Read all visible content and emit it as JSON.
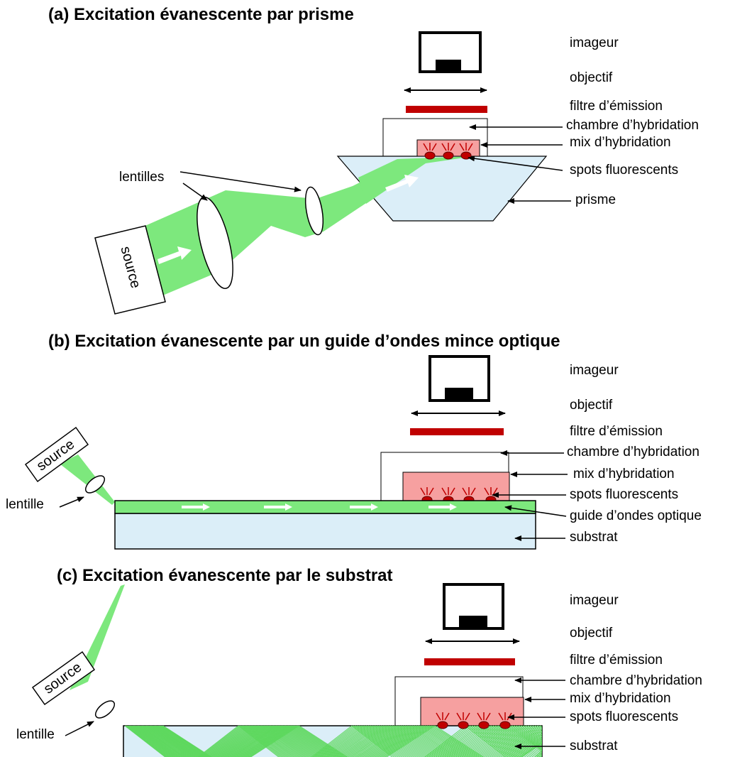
{
  "colors": {
    "beam": "#7de87d",
    "prism_fill": "#dbeef8",
    "mix_fill": "#f6a0a0",
    "filter": "#c00000",
    "spot": "#c00000",
    "outline": "#000000"
  },
  "panel_a": {
    "title": "(a) Excitation évanescente par prisme",
    "source": "source",
    "lenses_label": "lentilles",
    "labels": {
      "imager": "imageur",
      "objective": "objectif",
      "filter": "filtre d’émission",
      "chamber": "chambre d’hybridation",
      "mix": "mix d’hybridation",
      "spots": "spots fluorescents",
      "prism": "prisme"
    }
  },
  "panel_b": {
    "title": "(b) Excitation évanescente par un guide d’ondes mince optique",
    "source": "source",
    "lens_label": "lentille",
    "labels": {
      "imager": "imageur",
      "objective": "objectif",
      "filter": "filtre d’émission",
      "chamber": "chambre d’hybridation",
      "mix": "mix d’hybridation",
      "spots": "spots fluorescents",
      "waveguide": "guide d’ondes optique",
      "substrate": "substrat"
    }
  },
  "panel_c": {
    "title": "(c) Excitation évanescente par le substrat",
    "source": "source",
    "lens_label": "lentille",
    "labels": {
      "imager": "imageur",
      "objective": "objectif",
      "filter": "filtre d’émission",
      "chamber": "chambre d’hybridation",
      "mix": "mix d’hybridation",
      "spots": "spots fluorescents",
      "substrate": "substrat"
    }
  }
}
